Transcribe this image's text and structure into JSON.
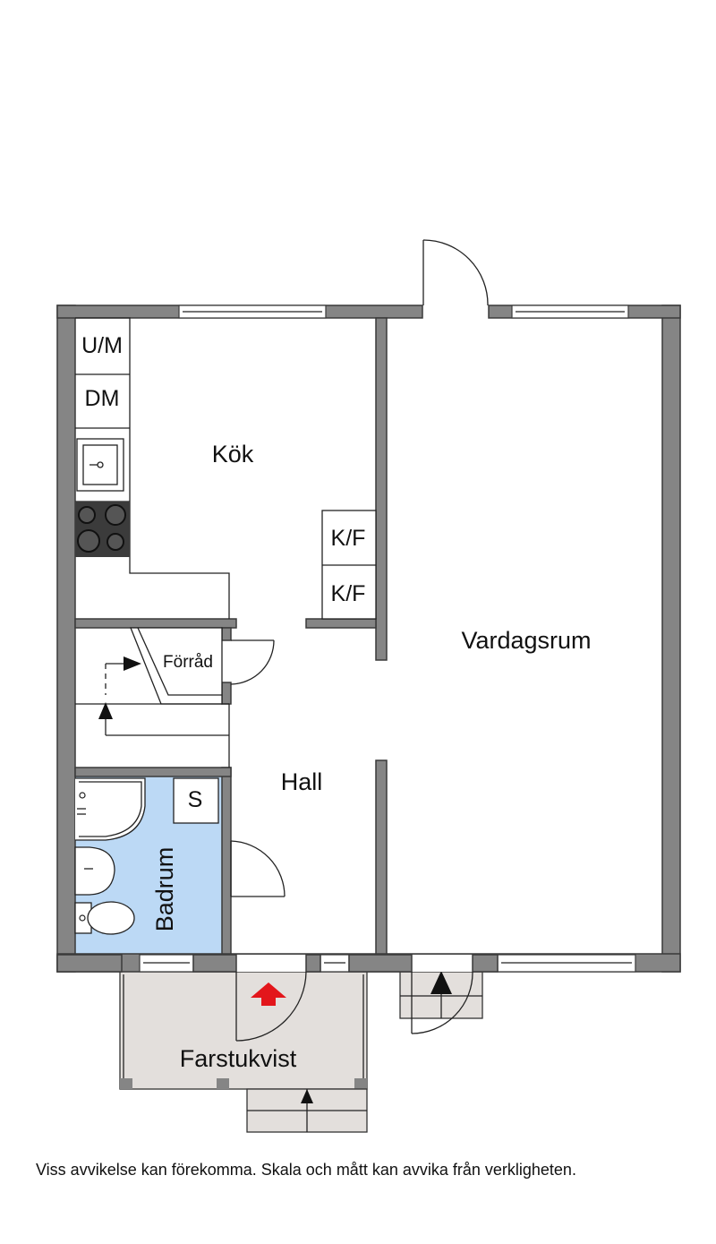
{
  "rooms": {
    "kok": "Kök",
    "vardagsrum": "Vardagsrum",
    "hall": "Hall",
    "badrum": "Badrum",
    "forrad": "Förråd",
    "farstukvist": "Farstukvist"
  },
  "fixtures": {
    "um": "U/M",
    "dm": "DM",
    "kf1": "K/F",
    "kf2": "K/F",
    "s": "S"
  },
  "disclaimer": "Viss avvikelse kan förekomma. Skala och mått kan avvika från verkligheten.",
  "colors": {
    "wall": "#858585",
    "bathroom": "#bcd9f5",
    "porch": "#e3dfdc",
    "stove": "#3b3b3b",
    "entrance_arrow": "#e3161b"
  }
}
